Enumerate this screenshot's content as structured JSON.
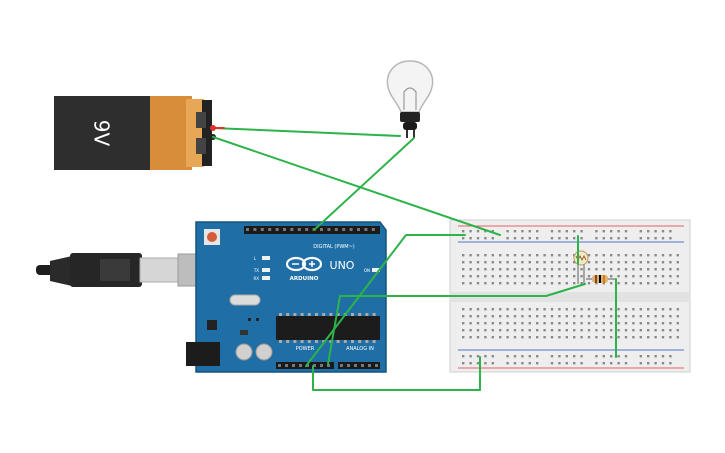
{
  "battery": {
    "label": "9V"
  },
  "arduino": {
    "brand": "ARDUINO",
    "model": "UNO",
    "digital_label": "DIGITAL (PWM~)",
    "power_label": "POWER",
    "analog_label": "ANALOG IN",
    "led_l": "L",
    "led_tx": "TX",
    "led_rx": "RX",
    "led_on": "ON"
  },
  "colors": {
    "wire_green": "#2db34a",
    "wire_red": "#e03030",
    "arduino_blue": "#1f6fa6",
    "battery_orange": "#d88d3b",
    "battery_black": "#2b2b2b"
  }
}
